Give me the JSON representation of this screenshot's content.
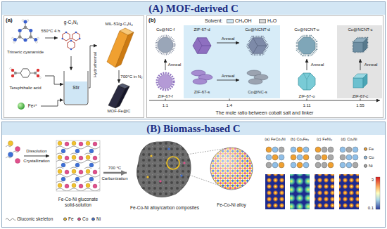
{
  "diagram": {
    "nodes": [
      {
        "text": [
          "(A) MOF-derived C"
        ]
      },
      {
        "text": [
          "(a)"
        ],
        "in": 0
      },
      {
        "text": [
          "Trimeric cyanamide"
        ],
        "in": 1
      },
      {
        "text": [
          "g-C₃N₄"
        ],
        "in": 1
      },
      {
        "text": [
          "Terephthalic acid"
        ],
        "in": 1
      },
      {
        "text": [
          "Fe³⁺"
        ],
        "in": 1
      },
      {
        "text": [
          "Stir"
        ],
        "in": 1
      },
      {
        "text": [
          "MIL-53/g-C₃N₄"
        ],
        "in": 1
      },
      {
        "text": [
          "MOF-Fe@C"
        ],
        "in": 1
      },
      {
        "text": [
          "(b)"
        ],
        "in": 0
      },
      {
        "text": [
          "Co@NC-f"
        ],
        "in": 9
      },
      {
        "text": [
          "ZIF-67-f"
        ],
        "in": 9
      },
      {
        "text": [
          "ZIF-67-d"
        ],
        "in": 9
      },
      {
        "text": [
          "Co@NCNT-d"
        ],
        "in": 9
      },
      {
        "text": [
          "ZIF-67-s"
        ],
        "in": 9
      },
      {
        "text": [
          "Co@NC-s"
        ],
        "in": 9
      },
      {
        "text": [
          "Co@NCNT-o"
        ],
        "in": 9
      },
      {
        "text": [
          "ZIF-67-o"
        ],
        "in": 9
      },
      {
        "text": [
          "Co@NCNT-c"
        ],
        "in": 9
      },
      {
        "text": [
          "ZIF-67-c"
        ],
        "in": 9
      },
      {
        "text": [
          "(B) Biomass-based C"
        ]
      },
      {
        "text": [
          "Fe-Co-Ni gluconate solid-solution"
        ],
        "in": 20
      },
      {
        "text": [
          "Fe-Co-Ni alloy/carbon composites"
        ],
        "in": 20
      },
      {
        "text": [
          "Fe-Co-Ni alloy"
        ],
        "in": 20
      },
      {
        "text": [
          "(a)",
          "FeCo₂Ni"
        ],
        "in": 20
      },
      {
        "text": [
          "(b)",
          "Co₂Fe₂"
        ],
        "in": 20
      },
      {
        "text": [
          "(c)",
          "FeNi₂"
        ],
        "in": 20
      },
      {
        "text": [
          "(d)",
          "Co₂Ni"
        ],
        "in": 20
      }
    ],
    "edges": [
      {
        "from": 2,
        "to": 3,
        "arrow": "to",
        "label": "550°C 4 h"
      },
      {
        "from": 3,
        "to": 6,
        "arrow": "to"
      },
      {
        "from": 4,
        "to": 6,
        "arrow": "to"
      },
      {
        "from": 5,
        "to": 6,
        "arrow": "to"
      },
      {
        "from": 6,
        "to": 7,
        "arrow": "to",
        "label": "Hydrothermal"
      },
      {
        "from": 7,
        "to": 8,
        "arrow": "to",
        "label": "700°C in N₂"
      },
      {
        "from": 11,
        "to": 10,
        "arrow": "to",
        "label": "Anneal"
      },
      {
        "from": 12,
        "to": 13,
        "arrow": "to",
        "label": "Anneal"
      },
      {
        "from": 14,
        "to": 15,
        "arrow": "to",
        "label": "Anneal"
      },
      {
        "from": 17,
        "to": 16,
        "arrow": "to",
        "label": "Anneal"
      },
      {
        "from": 19,
        "to": 18,
        "arrow": "to",
        "label": "Anneal"
      },
      {
        "from": 21,
        "to": 22,
        "arrow": "to",
        "label": "700 °C"
      }
    ],
    "labels": [
      "Solvent:",
      "1:1",
      "1:4",
      "1:11",
      "1:55",
      "The mole ratio between cobalt salt and linker",
      "Dissolution",
      "Crystallization",
      "Carbonization",
      "3",
      "0.1"
    ],
    "legend": [
      {
        "text": "CH₃OH",
        "color": "#cfe8f7"
      },
      {
        "text": "H₂O",
        "color": "#d9d9d9"
      },
      {
        "text": "Gluconic skeleton"
      },
      {
        "text": "Fe",
        "color": "#f2c12e"
      },
      {
        "text": "Co",
        "color": "#e0508c"
      },
      {
        "text": "Ni",
        "color": "#3d6fd6"
      },
      {
        "text": "Fe",
        "color": "#f0a030"
      },
      {
        "text": "Co",
        "color": "#8fbfe8"
      },
      {
        "text": "Ni",
        "color": "#a8a8a8"
      }
    ]
  }
}
